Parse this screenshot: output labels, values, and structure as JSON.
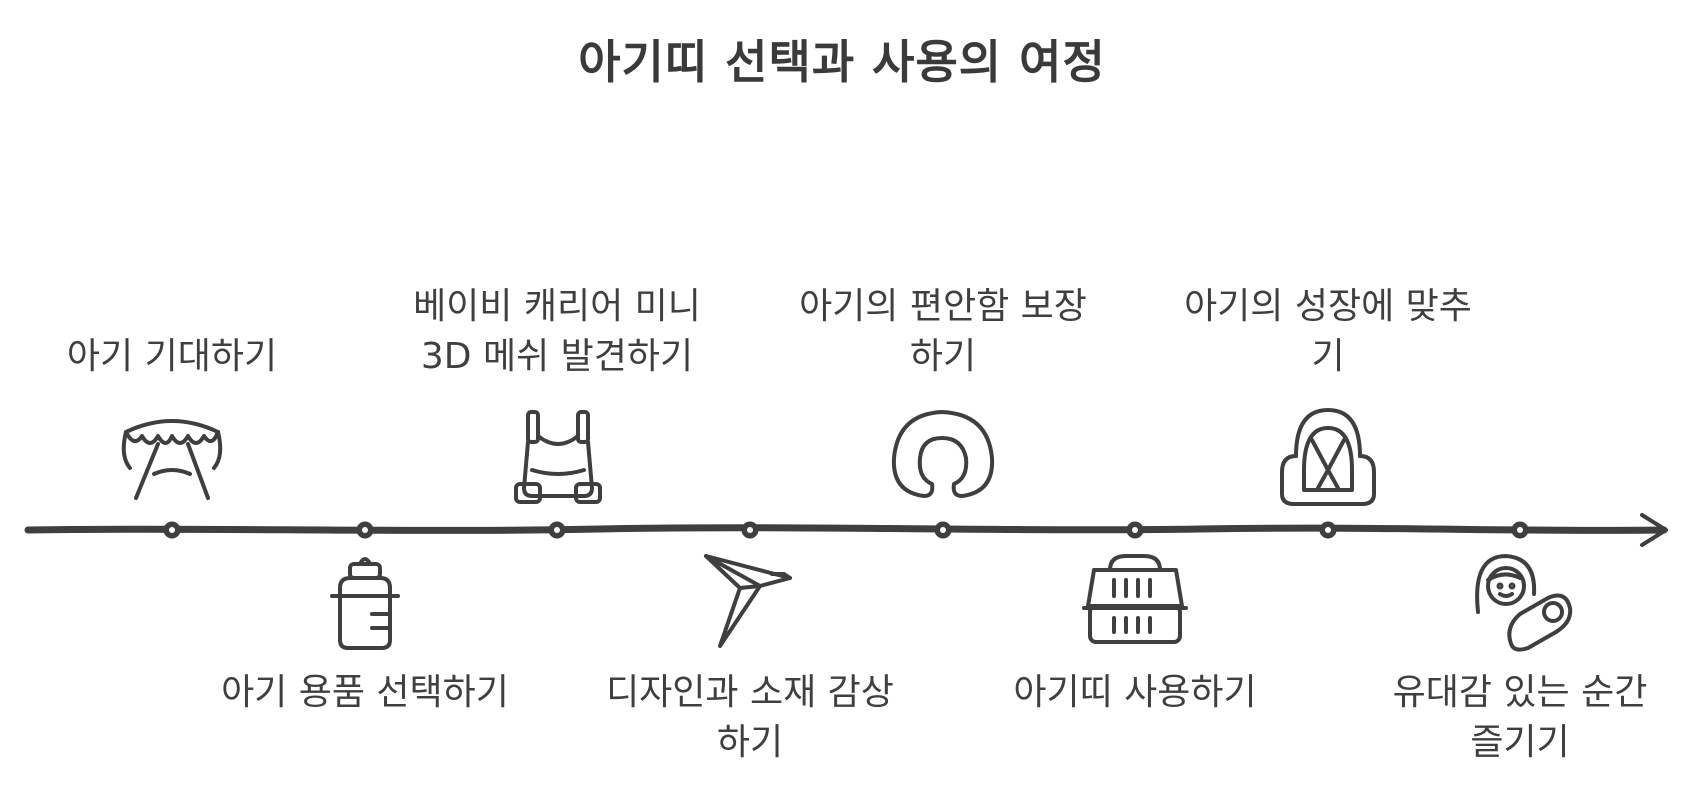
{
  "title": "아기띠 선택과 사용의 여정",
  "steps": [
    {
      "label": "아기 기대하기",
      "position": "top",
      "icon": "baby-crib-canopy-icon"
    },
    {
      "label": "아기 용품 선택하기",
      "position": "bottom",
      "icon": "baby-bottle-icon"
    },
    {
      "label": "베이비 캐리어 미니 3D 메쉬 발견하기",
      "position": "top",
      "icon": "baby-carrier-icon"
    },
    {
      "label": "디자인과 소재 감상하기",
      "position": "bottom",
      "icon": "origami-bird-icon"
    },
    {
      "label": "아기의 편안함 보장하기",
      "position": "top",
      "icon": "neck-pillow-icon"
    },
    {
      "label": "아기띠 사용하기",
      "position": "bottom",
      "icon": "pet-carrier-icon"
    },
    {
      "label": "아기의 성장에 맞추기",
      "position": "top",
      "icon": "car-seat-icon"
    },
    {
      "label": "유대감 있는 순간 즐기기",
      "position": "bottom",
      "icon": "mother-and-baby-icon"
    }
  ],
  "colors": {
    "line": "#3f3f3f",
    "text": "#3f3f3f",
    "background": "#ffffff"
  }
}
